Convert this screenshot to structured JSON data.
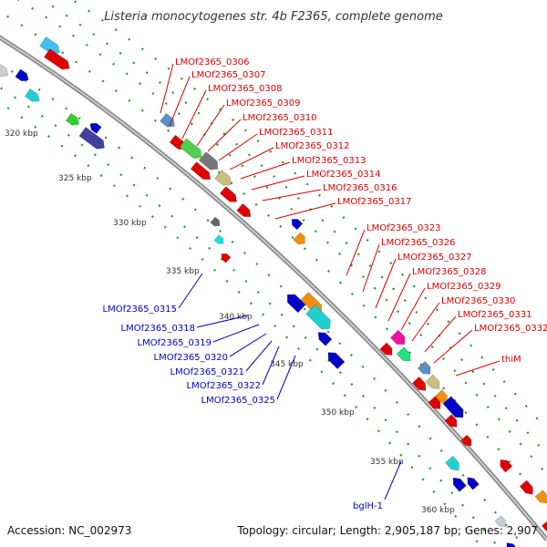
{
  "title": "Listeria monocytogenes str. 4b F2365, complete genome",
  "footer": {
    "accession": "Accession: NC_002973",
    "summary": "Topology: circular; Length: 2,905,187 bp; Genes: 2,907"
  },
  "colors": {
    "backbone": "#888888",
    "forward_cds": "#e00000",
    "reverse_cds": "#0000c8",
    "tick": "#1a9a1a"
  },
  "kbp_ticks": [
    "320 kbp",
    "325 kbp",
    "330 kbp",
    "335 kbp",
    "340 kbp",
    "345 kbp",
    "350 kbp",
    "355 kbp",
    "360 kbp"
  ],
  "labels_forward": [
    "LMOf2365_0306",
    "LMOf2365_0307",
    "LMOf2365_0308",
    "LMOf2365_0309",
    "LMOf2365_0310",
    "LMOf2365_0311",
    "LMOf2365_0312",
    "LMOf2365_0313",
    "LMOf2365_0314",
    "LMOf2365_0316",
    "LMOf2365_0317",
    "LMOf2365_0323",
    "LMOf2365_0326",
    "LMOf2365_0327",
    "LMOf2365_0328",
    "LMOf2365_0329",
    "LMOf2365_0330",
    "LMOf2365_0331",
    "LMOf2365_0332",
    "thiM"
  ],
  "labels_reverse": [
    "LMOf2365_0315",
    "LMOf2365_0318",
    "LMOf2365_0319",
    "LMOf2365_0320",
    "LMOf2365_0321",
    "LMOf2365_0322",
    "LMOf2365_0325",
    "bglH-1"
  ]
}
